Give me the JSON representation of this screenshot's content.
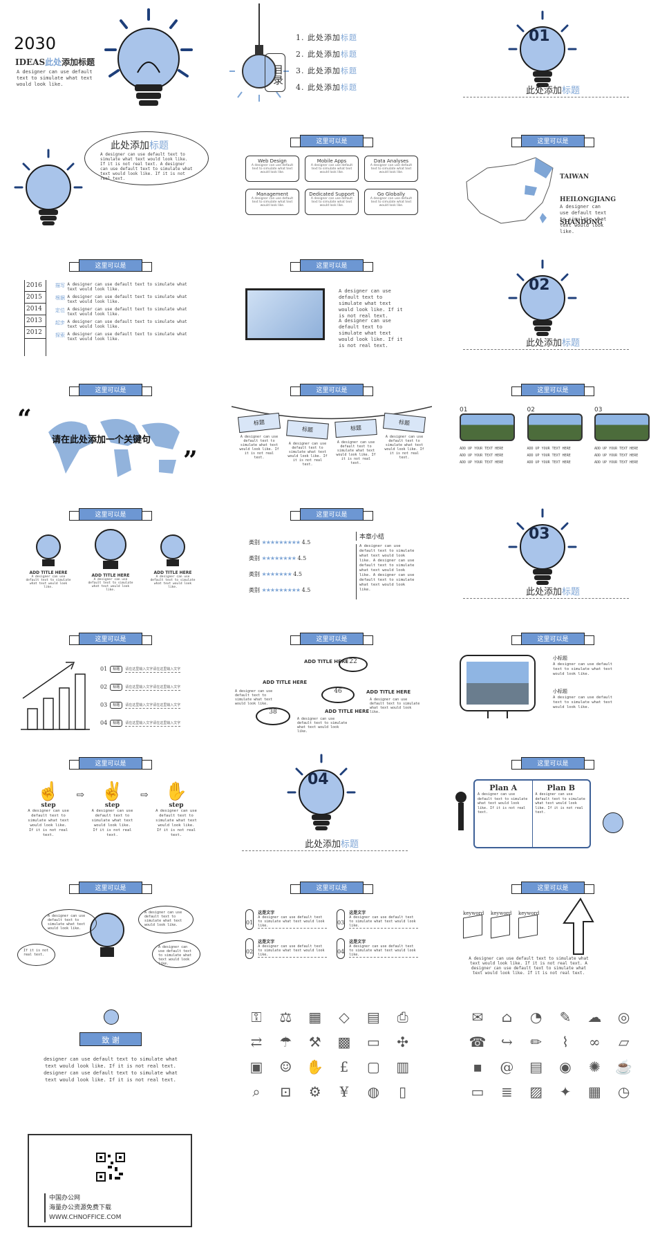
{
  "slide1": {
    "year": "2030",
    "title_a": "IDEAS",
    "title_b": "此处",
    "title_c": "添加标题",
    "body": "A designer can use default text to simulate what text would look like."
  },
  "slide2": {
    "toc_title": "目录",
    "items": [
      "1. 此处添加",
      "2. 此处添加",
      "3. 此处添加",
      "4. 此处添加"
    ],
    "items_blue": "标题"
  },
  "slide3": {
    "num": "01",
    "label": "此处添加",
    "label_blue": "标题"
  },
  "slide4": {
    "title": "此处添加",
    "title_blue": "标题",
    "body": "A designer can use default text to simulate what text would look like. If it is not real text. A designer can use default text to simulate what text would look like. If it is not real text."
  },
  "slide5": {
    "ribbon": "这里可以是",
    "boxes": [
      {
        "t": "Web Design",
        "b": "A designer can use default text to simulate what text would look like."
      },
      {
        "t": "Mobile Apps",
        "b": "A designer can use default text to simulate what text would look like."
      },
      {
        "t": "Data Analyses",
        "b": "A designer can use default text to simulate what text would look like."
      },
      {
        "t": "Management",
        "b": "A designer can use default text to simulate what text would look like."
      },
      {
        "t": "Dedicated Support",
        "b": "A designer can use default text to simulate what text would look like."
      },
      {
        "t": "Go Globally",
        "b": "A designer can use default text to simulate what text would look like."
      }
    ]
  },
  "slide6": {
    "ribbon": "这里可以是",
    "labels": [
      "TAIWAN",
      "HEILONGJIANG",
      "SHANDONG"
    ],
    "body": "A designer can use default text to simulate what text would look like."
  },
  "slide7": {
    "ribbon": "这里可以是",
    "years": [
      "2016",
      "2015",
      "2014",
      "2013",
      "2012"
    ],
    "tags": [
      "描写",
      "根据",
      "定位",
      "起步",
      "探索"
    ],
    "body": "A designer can use default text to simulate what text would look like."
  },
  "slide8": {
    "ribbon": "这里可以是",
    "body1": "A designer can use default text to simulate what text would look like. If it is not real text.",
    "body2": "A designer can use default text to simulate what text would look like. If it is not real text."
  },
  "slide9": {
    "num": "02",
    "label": "此处添加",
    "label_blue": "标题"
  },
  "slide10": {
    "ribbon": "这里可以是",
    "keyword": "请在此处添加一个关键句"
  },
  "slide11": {
    "ribbon": "这里可以是",
    "tags": [
      "标题",
      "标题",
      "标题",
      "标题"
    ],
    "body": "A designer can use default text to simulate what text would look like. If it is not real text."
  },
  "slide12": {
    "ribbon": "这里可以是",
    "nums": [
      "01",
      "02",
      "03"
    ],
    "line": "ADD UP YOUR TEXT HERE"
  },
  "slide13": {
    "ribbon": "这里可以是",
    "title": "ADD TITLE HERE",
    "body": "A designer can use default text to simulate what text would look like."
  },
  "slide14": {
    "ribbon": "这里可以是",
    "label": "类别",
    "scores": [
      "4.5",
      "4.5",
      "4.5",
      "4.5"
    ],
    "summary_title": "本章小结",
    "body": "A designer can use default text to simulate what text would look like."
  },
  "slide15": {
    "num": "03",
    "label": "此处添加",
    "label_blue": "标题"
  },
  "slide16": {
    "ribbon": "这里可以是",
    "nums": [
      "01",
      "02",
      "03",
      "04"
    ],
    "tags": [
      "标题",
      "标题",
      "标题",
      "标题"
    ],
    "line": "请在这里输入文字请在这里输入文字"
  },
  "slide17": {
    "ribbon": "这里可以是",
    "title": "ADD TITLE HERE",
    "nums": [
      "22",
      "46",
      "38"
    ],
    "body": "A designer can use default text to simulate what text would look like."
  },
  "slide18": {
    "ribbon": "这里可以是",
    "sub": "小标题",
    "body": "A designer can use default text to simulate what text would look like."
  },
  "slide19": {
    "ribbon": "这里可以是",
    "step": "step",
    "body": "A designer can use default text to simulate what text would look like. If it is not real text."
  },
  "slide20": {
    "num": "04",
    "label": "此处添加",
    "label_blue": "标题"
  },
  "slide21": {
    "ribbon": "这里可以是",
    "plan_a": "Plan A",
    "plan_b": "Plan B",
    "body": "A designer can use default text to simulate what text would look like. If it is not real text."
  },
  "slide22": {
    "ribbon": "这里可以是",
    "body": "A designer can use default text to simulate what text would look like.",
    "short": "If it is not real text."
  },
  "slide23": {
    "ribbon": "这里可以是",
    "head": "这是文字",
    "nums": [
      "01",
      "02",
      "03",
      "04"
    ],
    "body": "A designer can use default text to simulate what text would look like."
  },
  "slide24": {
    "ribbon": "这里可以是",
    "keyword": "keyword",
    "body": "A designer can use default text to simulate what text would look like. If it is not real text. A designer can use default text to simulate what text would look like. If it is not real text."
  },
  "slide25": {
    "thanks": "致 谢",
    "body": "designer can use default text to simulate what text would look like. If it is not real text. designer can use default text to simulate what text would look like. If it is not real text."
  },
  "footer": {
    "line1": "中国办公网",
    "line2": "海量办公资源免费下载",
    "line3": "WWW.CHNOFFICE.COM"
  }
}
